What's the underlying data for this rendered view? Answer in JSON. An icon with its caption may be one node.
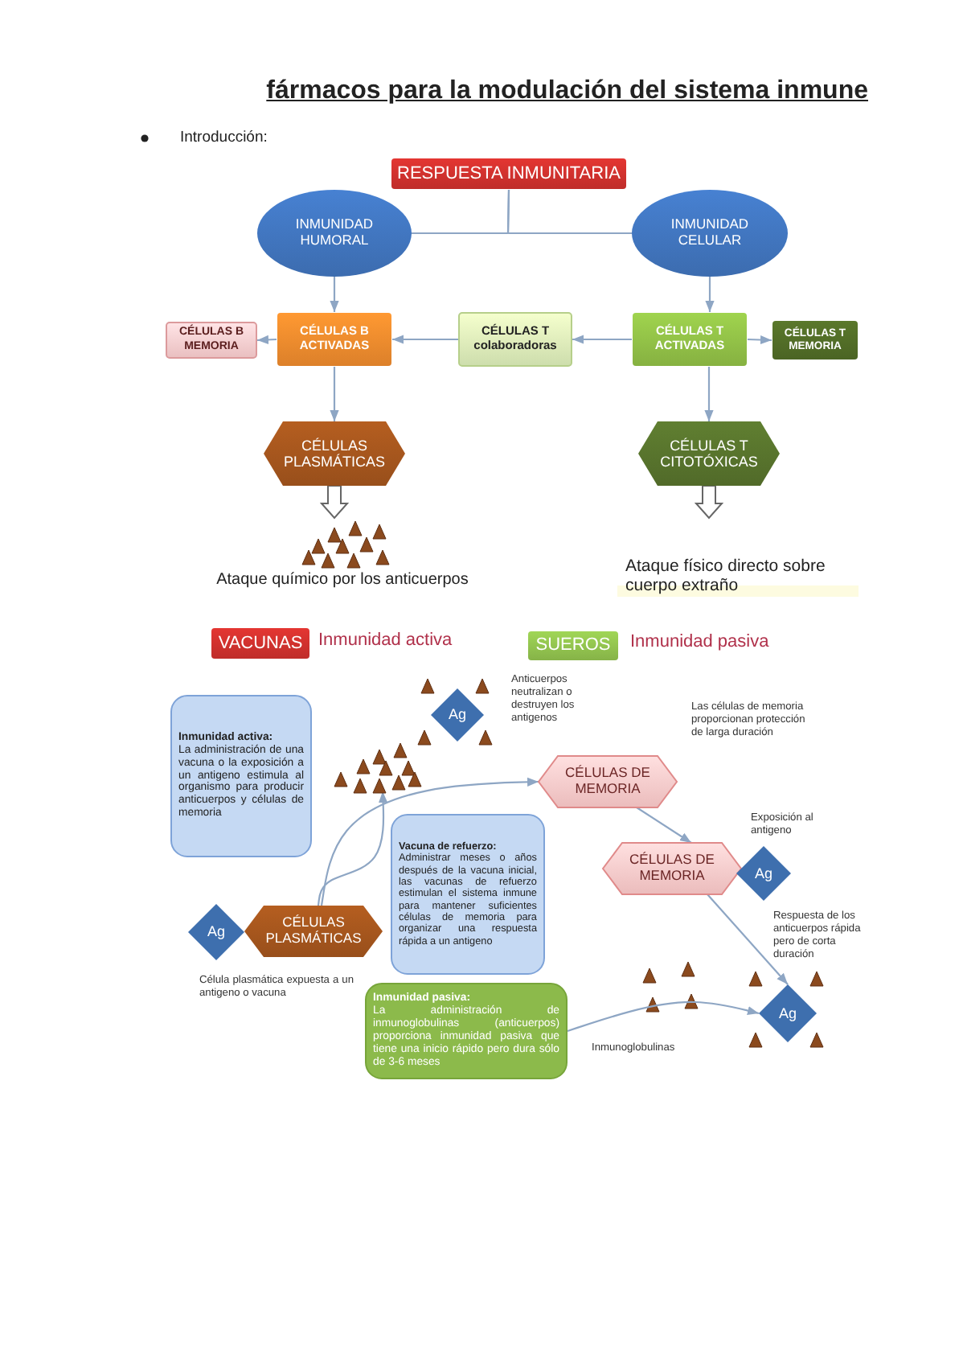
{
  "diagram": {
    "title": "fármacos para la modulación del sistema inmune",
    "nodes": [
      {
        "text": [
          "RESPUESTA INMUNITARIA"
        ]
      },
      {
        "text": [
          "INMUNIDAD HUMORAL"
        ]
      },
      {
        "text": [
          "INMUNIDAD CELULAR"
        ]
      },
      {
        "text": [
          "CÉLULAS B MEMORIA"
        ]
      },
      {
        "text": [
          "CÉLULAS B ACTIVADAS"
        ]
      },
      {
        "text": [
          "CÉLULAS T colaboradoras"
        ]
      },
      {
        "text": [
          "CÉLULAS T ACTIVADAS"
        ]
      },
      {
        "text": [
          "CÉLULAS T MEMORIA"
        ]
      },
      {
        "text": [
          "CÉLULAS PLASMÁTICAS"
        ]
      },
      {
        "text": [
          "CÉLULAS T CITOTÓXICAS"
        ]
      },
      {
        "text": [
          "Ataque químico por los anticuerpos"
        ]
      },
      {
        "text": [
          "Ataque físico directo sobre cuerpo extraño"
        ]
      },
      {
        "text": [
          "VACUNAS"
        ],
        "beside": [
          "Inmunidad activa"
        ]
      },
      {
        "text": [
          "SUEROS"
        ],
        "beside": [
          "Inmunidad pasiva"
        ]
      },
      {
        "text": [
          "Inmunidad activa:",
          "La administración de una vacuna o la exposición a un antigeno estimula al organismo para producir anticuerpos y células de memoria"
        ]
      },
      {
        "text": [
          "Ag"
        ]
      },
      {
        "text": [
          "CÉLULAS DE MEMORIA"
        ],
        "beside": [
          "Las células de memoria proporcionan protección de larga duración"
        ]
      },
      {
        "text": [
          "Vacuna de refuerzo:",
          "Administrar meses o años después de la vacuna inicial, las vacunas de refuerzo estimulan el sistema inmune para mantener suficientes células de memoria para organizar una respuesta rápida a un antigeno"
        ]
      },
      {
        "text": [
          "CÉLULAS DE MEMORIA"
        ]
      },
      {
        "text": [
          "Ag"
        ],
        "beside": [
          "Exposición al antigeno"
        ]
      },
      {
        "text": [
          "Ag"
        ],
        "beside": [
          "Célula plasmática expuesta a un antigeno o vacuna"
        ]
      },
      {
        "text": [
          "CÉLULAS PLASMÁTICAS"
        ]
      },
      {
        "text": [
          "Inmunidad pasiva:",
          "La administración de inmunoglobulinas (anticuerpos) proporciona inmunidad pasiva que tiene una inicio rápido pero dura sólo de 3-6 meses"
        ]
      },
      {
        "text": [
          "Ag"
        ]
      },
      {
        "text": [],
        "shape": "picture"
      }
    ],
    "edges": [
      {
        "from": 0,
        "to": 1,
        "arrow": "none"
      },
      {
        "from": 0,
        "to": 2,
        "arrow": "none"
      },
      {
        "from": 1,
        "to": 4,
        "arrow": "to"
      },
      {
        "from": 2,
        "to": 6,
        "arrow": "to"
      },
      {
        "from": 4,
        "to": 3,
        "arrow": "to"
      },
      {
        "from": 5,
        "to": 4,
        "arrow": "to"
      },
      {
        "from": 6,
        "to": 5,
        "arrow": "to"
      },
      {
        "from": 6,
        "to": 7,
        "arrow": "to"
      },
      {
        "from": 4,
        "to": 8,
        "arrow": "to"
      },
      {
        "from": 6,
        "to": 9,
        "arrow": "to"
      },
      {
        "from": 8,
        "to": 10,
        "arrow": "to",
        "style": "thick"
      },
      {
        "from": 9,
        "to": 11,
        "arrow": "to",
        "style": "thick"
      },
      {
        "from": 21,
        "to": 24,
        "arrow": "to"
      },
      {
        "from": 21,
        "to": 16,
        "arrow": "to"
      },
      {
        "from": 16,
        "to": 18,
        "arrow": "to"
      },
      {
        "from": 18,
        "to": 23,
        "arrow": "to"
      },
      {
        "from": 22,
        "to": 23,
        "arrow": "to"
      }
    ],
    "labels": [
      "Introducción:",
      "Anticuerpos neutralizan o destruyen los antigenos",
      "Respuesta de los anticuerpos rápida pero de corta duración",
      "Inmunoglobulinas"
    ]
  }
}
